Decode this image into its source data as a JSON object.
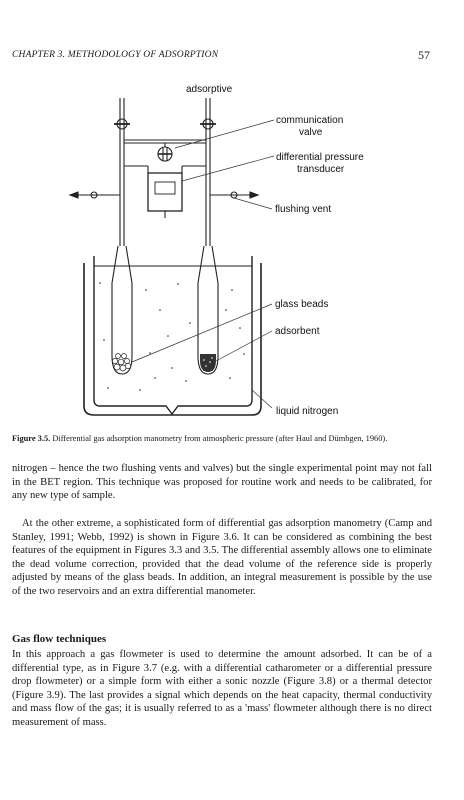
{
  "header": {
    "chapter": "CHAPTER 3. METHODOLOGY OF ADSORPTION",
    "page_number": "57"
  },
  "figure": {
    "labels": {
      "adsorptive": "adsorptive",
      "communication_valve_1": "communication",
      "communication_valve_2": "valve",
      "dp_transducer_1": "differential pressure",
      "dp_transducer_2": "transducer",
      "flushing_vent": "flushing vent",
      "glass_beads": "glass beads",
      "adsorbent": "adsorbent",
      "liquid_nitrogen": "liquid nitrogen"
    },
    "caption": {
      "number": "Figure 3.5.",
      "text": "Differential gas adsorption manometry from atmospheric pressure (after Haul and Dümbgen, 1960)."
    }
  },
  "paragraphs": [
    "nitrogen – hence the two flushing vents and valves) but the single experimental point may not fall in the BET region. This technique was proposed for routine work and needs to be calibrated, for any new type of sample.",
    "At the other extreme, a sophisticated form of differential gas adsorption manometry (Camp and Stanley, 1991; Webb, 1992) is shown in Figure 3.6. It can be considered as combining the best features of the equipment in Figures 3.3 and 3.5. The differential assembly allows one to eliminate the dead volume correction, provided that the dead volume of the reference side is properly adjusted by means of the glass beads. In addition, an integral measurement is possible by the use of the two reservoirs and an extra differential manometer."
  ],
  "section": {
    "heading": "Gas flow techniques",
    "text": "In this approach a gas flowmeter is used to determine the amount adsorbed. It can be of a differential type, as in Figure 3.7 (e.g. with a differential catharometer or a differential pressure drop flowmeter) or a simple form with either a sonic nozzle (Figure 3.8) or a thermal detector (Figure 3.9). The last provides a signal which depends on the heat capacity, thermal conductivity and mass flow of the gas; it is usually referred to as a 'mass' flowmeter although there is no direct measurement of mass."
  }
}
